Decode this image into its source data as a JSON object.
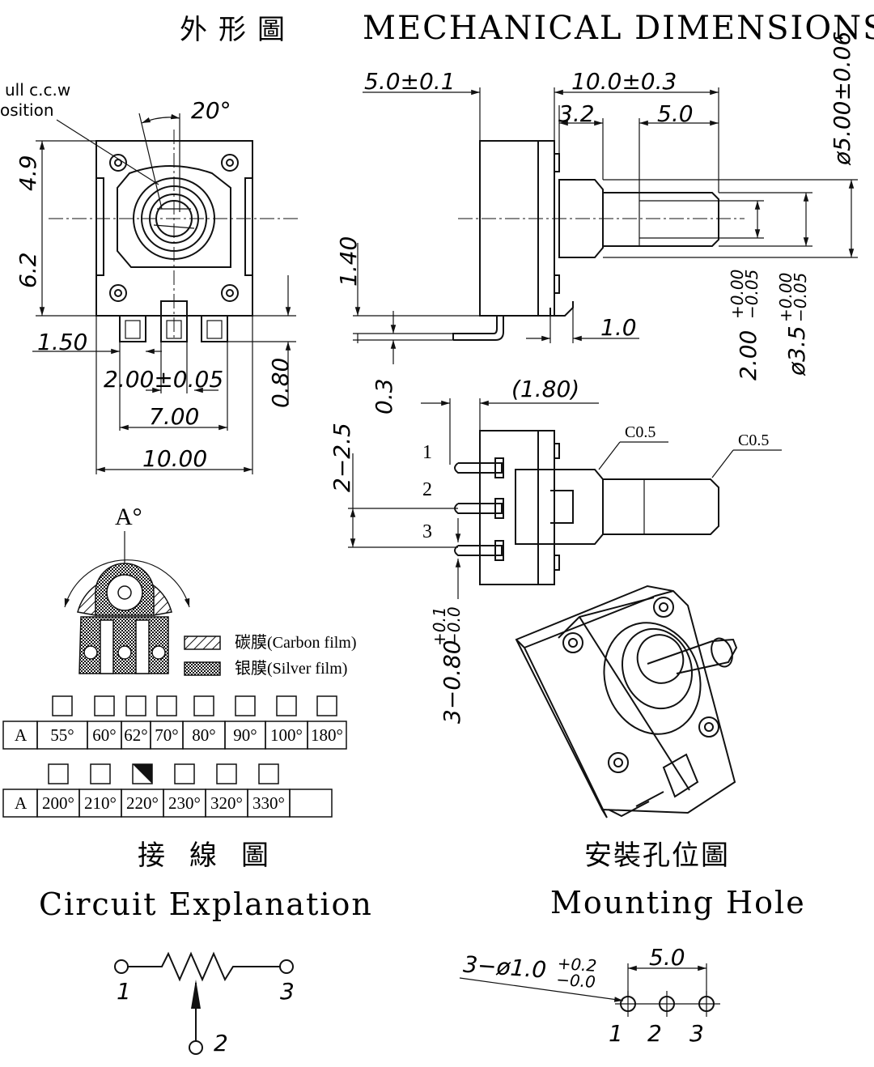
{
  "title": {
    "cn": "外形圖",
    "en": "MECHANICAL DIMENSIONS"
  },
  "front_view": {
    "ccw_note_line1": "ull c.c.w",
    "ccw_note_line2": "osition",
    "angle": "20°",
    "dims": {
      "top": "4.9",
      "bottom": "6.2",
      "pin_offset": "1.50",
      "pitch": "2.00±0.05",
      "span": "7.00",
      "width": "10.00",
      "pin_len": "0.80"
    }
  },
  "side_view": {
    "dims": {
      "body": "5.0±0.1",
      "shaft_total": "10.0±0.3",
      "bushing": "3.2",
      "shaft": "5.0",
      "diameter": "ø5.00±0.06",
      "height": "1.40",
      "foot": "1.0",
      "thickness": "0.3",
      "flat": "2.00+0.00−0.05",
      "flat_main": "2.00",
      "flat_tol_up": "+0.00",
      "flat_tol_dn": "−0.05",
      "shaft_dia_main": "ø3.5",
      "shaft_dia_up": "+0.00",
      "shaft_dia_dn": "−0.05"
    }
  },
  "bottom_view": {
    "offset": "(1.80)",
    "pitch": "2−2.5",
    "chamfer": "C0.5",
    "pin_width_main": "3−0.80",
    "pin_width_up": "+0.1",
    "pin_width_dn": "−0.0",
    "pins": [
      "1",
      "2",
      "3"
    ]
  },
  "rotation": {
    "label": "A°",
    "legend": [
      {
        "text": "碳膜(Carbon film)"
      },
      {
        "text": "银膜(Silver film)"
      }
    ],
    "table1": {
      "row_label": "A",
      "angles": [
        "55°",
        "60°",
        "62°",
        "70°",
        "80°",
        "90°",
        "100°",
        "180°"
      ],
      "selected": -1
    },
    "table2": {
      "row_label": "A",
      "angles": [
        "200°",
        "210°",
        "220°",
        "230°",
        "320°",
        "330°",
        ""
      ],
      "selected": 2
    }
  },
  "circuit": {
    "title_cn": "接線圖",
    "title_en": "Circuit Explanation",
    "terminals": [
      "1",
      "2",
      "3"
    ]
  },
  "mounting": {
    "title_cn": "安裝孔位圖",
    "title_en": "Mounting Hole",
    "hole_main": "3−ø1.0",
    "hole_up": "+0.2",
    "hole_dn": "−0.0",
    "pitch": "5.0",
    "holes": [
      "1",
      "2",
      "3"
    ]
  }
}
